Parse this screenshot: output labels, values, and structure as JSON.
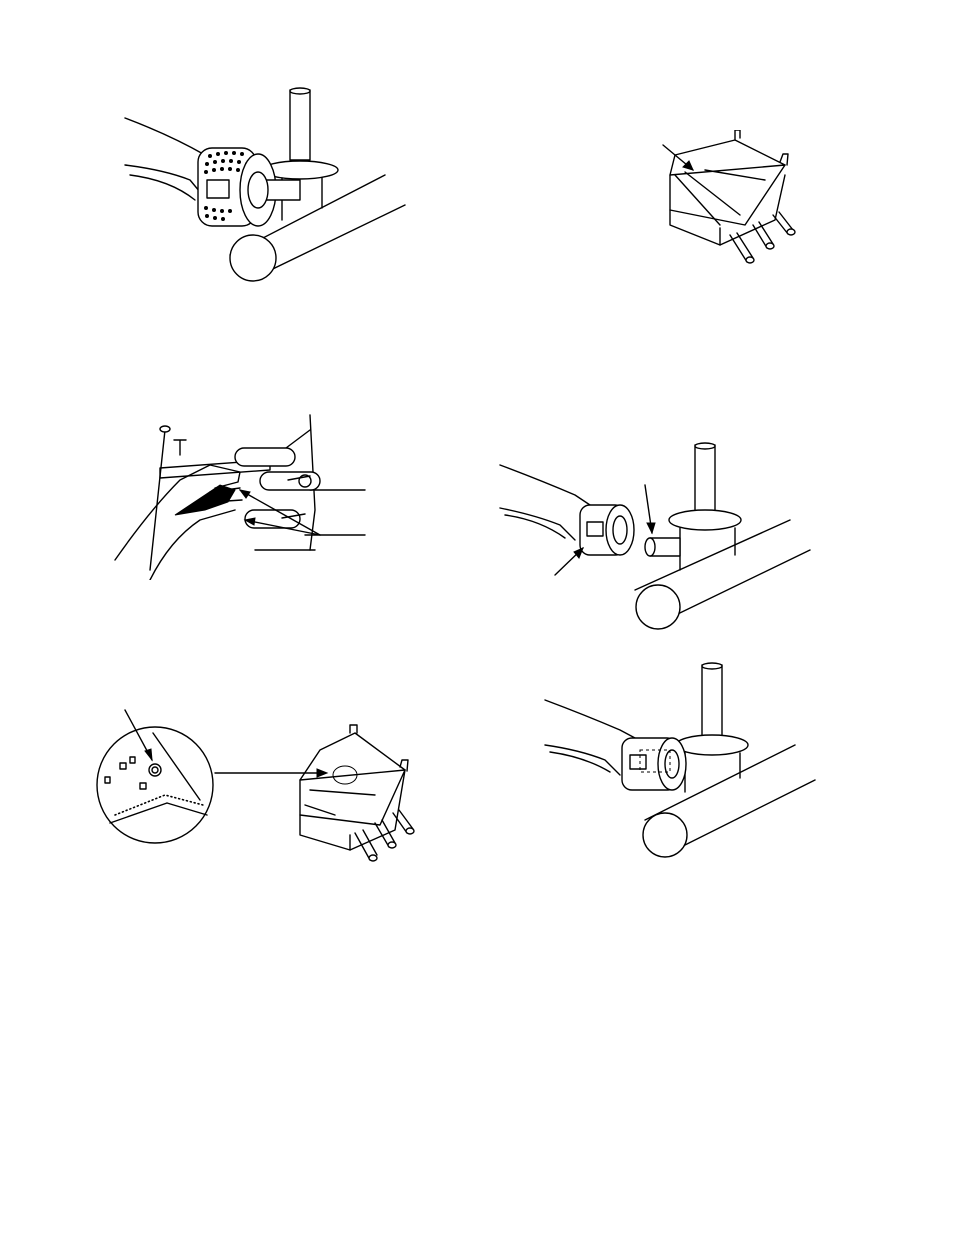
{
  "figures": [
    {
      "id": "fig-1",
      "subject": "shutter-removal-on-burner"
    },
    {
      "id": "fig-2",
      "subject": "burner-box-with-arrow"
    },
    {
      "id": "fig-3",
      "subject": "hand-removing-burner-screws"
    },
    {
      "id": "fig-4",
      "subject": "burner-tube-separated-from-orifice"
    },
    {
      "id": "fig-5",
      "subject": "burner-box-with-magnified-detail"
    },
    {
      "id": "fig-6",
      "subject": "burner-tube-installed-on-orifice"
    }
  ]
}
